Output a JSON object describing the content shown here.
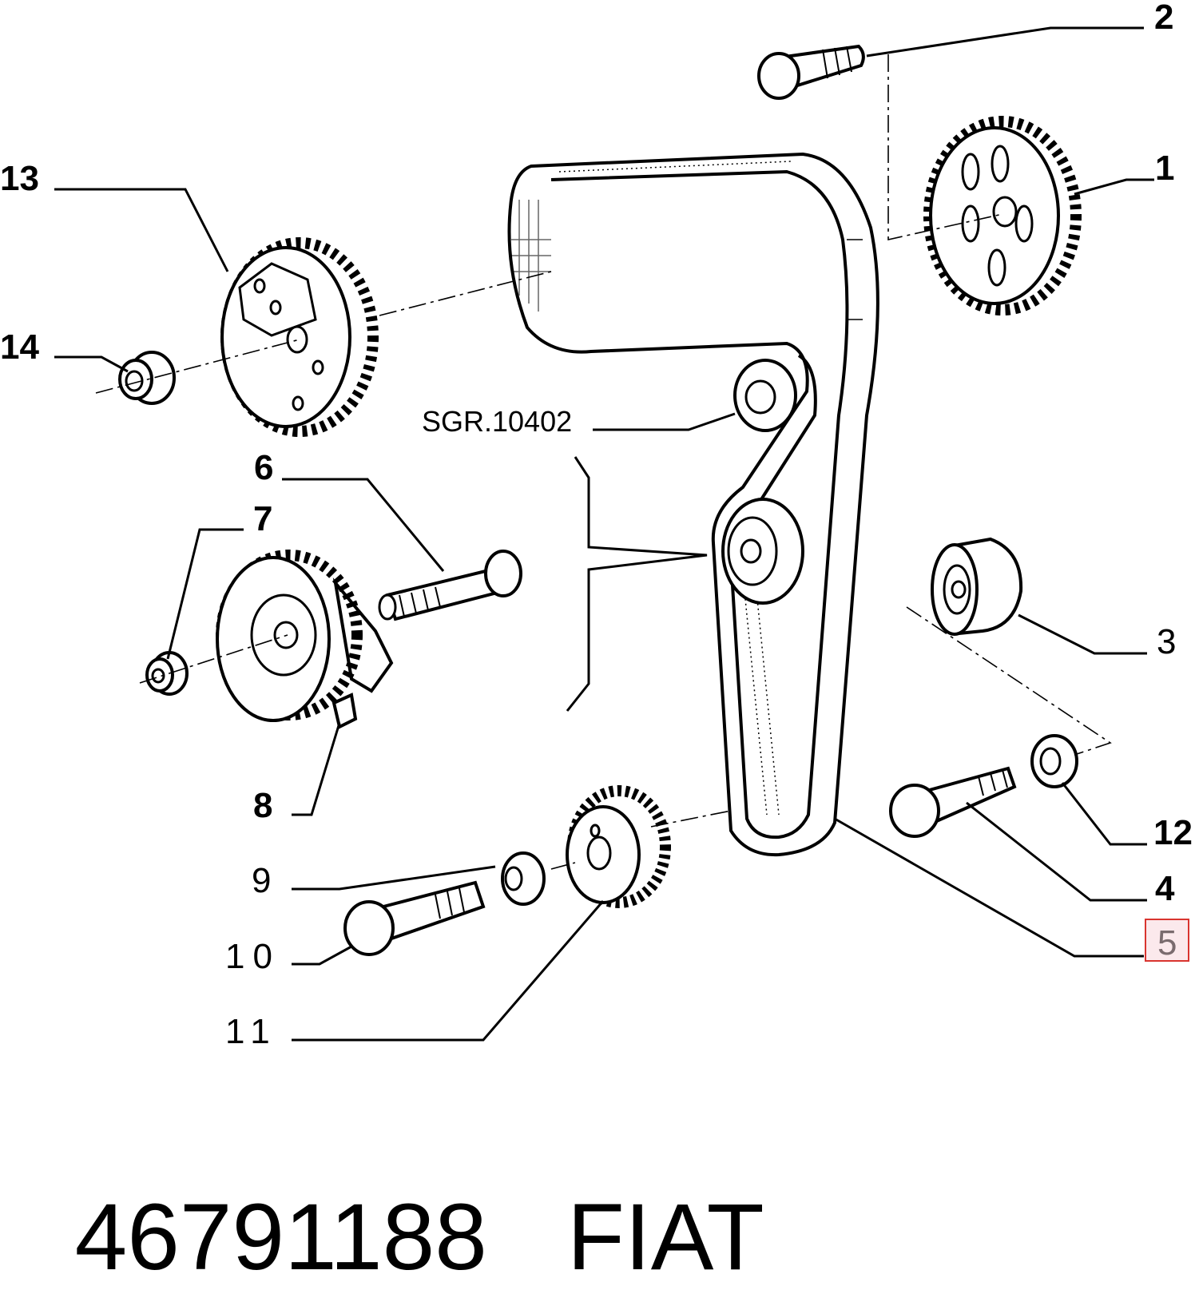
{
  "diagram": {
    "callouts": {
      "c1": "1",
      "c2": "2",
      "c3": "3",
      "c4": "4",
      "c5": "5",
      "c6": "6",
      "c7": "7",
      "c8": "8",
      "c9": "9",
      "c10": "10",
      "c11": "11",
      "c12": "12",
      "c13": "13",
      "c14": "14"
    },
    "reference": "SGR.10402",
    "highlighted_callout": "5",
    "highlight_color": "#d9342f"
  },
  "footer": {
    "part_number": "46791188",
    "brand": "FIAT"
  }
}
